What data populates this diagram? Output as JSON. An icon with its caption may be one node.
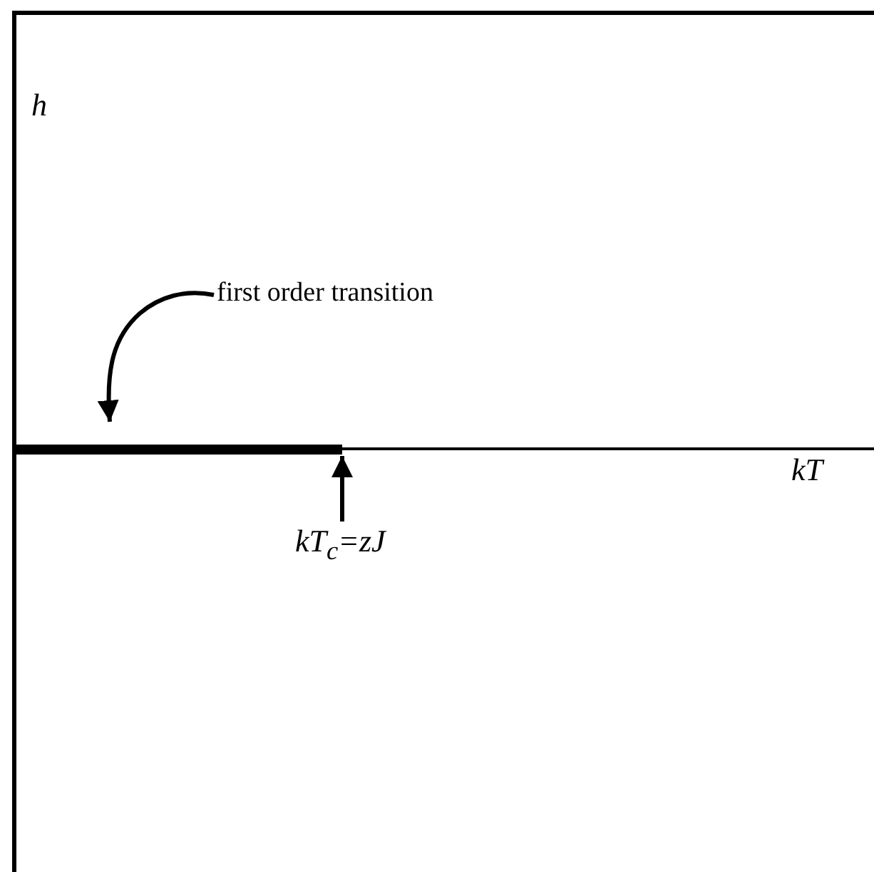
{
  "diagram": {
    "nodes": [
      {
        "text": [
          "first order transition"
        ]
      },
      {
        "text": [],
        "shape": "bar"
      },
      {
        "text": [
          "kT$_{c}$=zJ"
        ]
      }
    ],
    "edges": [
      {
        "from": 0,
        "to": 1,
        "arrow": "to"
      },
      {
        "from": 2,
        "to": 1,
        "arrow": "to"
      }
    ],
    "labels": [
      "h",
      "kT"
    ]
  }
}
